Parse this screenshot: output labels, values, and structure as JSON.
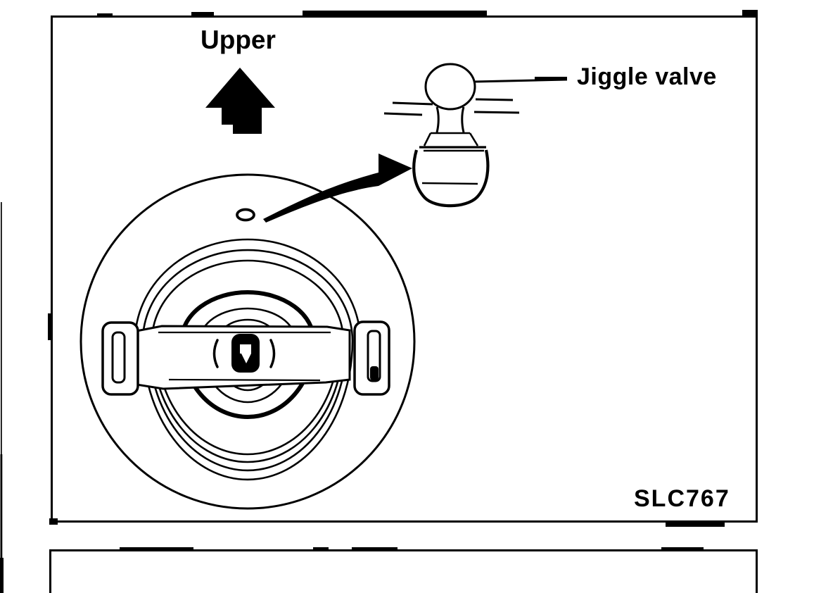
{
  "colors": {
    "ink": "#000000",
    "paper": "#ffffff"
  },
  "figure_panel": {
    "upper_label": "Upper",
    "jiggle_valve_label": "Jiggle valve",
    "figure_code": "SLC767",
    "icons": {
      "up_arrow": "solid-up-direction-arrow",
      "pointer_arrow": "curved-pointer-arrow-to-detail"
    }
  },
  "second_panel": {
    "content": ""
  }
}
